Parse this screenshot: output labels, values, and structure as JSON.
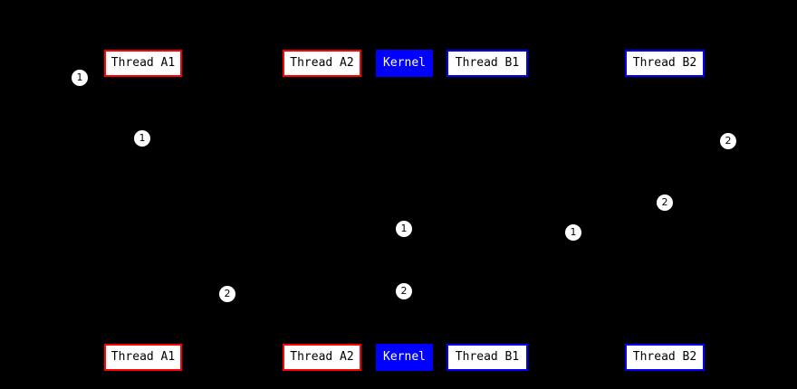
{
  "diagram": {
    "background_color": "#000000",
    "colors": {
      "thread_a_border": "#ff0000",
      "thread_b_border": "#0000ff",
      "kernel_fill": "#0000ff",
      "box_fill": "#ffffff",
      "marker_fill": "#ffffff"
    },
    "actors": [
      {
        "label": "Thread A1"
      },
      {
        "label": "Thread A2"
      },
      {
        "label": "Kernel"
      },
      {
        "label": "Thread B1"
      },
      {
        "label": "Thread B2"
      }
    ],
    "markers": [
      {
        "label": "1"
      },
      {
        "label": "1"
      },
      {
        "label": "2"
      },
      {
        "label": "2"
      },
      {
        "label": "1"
      },
      {
        "label": "1"
      },
      {
        "label": "2"
      },
      {
        "label": "2"
      }
    ]
  }
}
